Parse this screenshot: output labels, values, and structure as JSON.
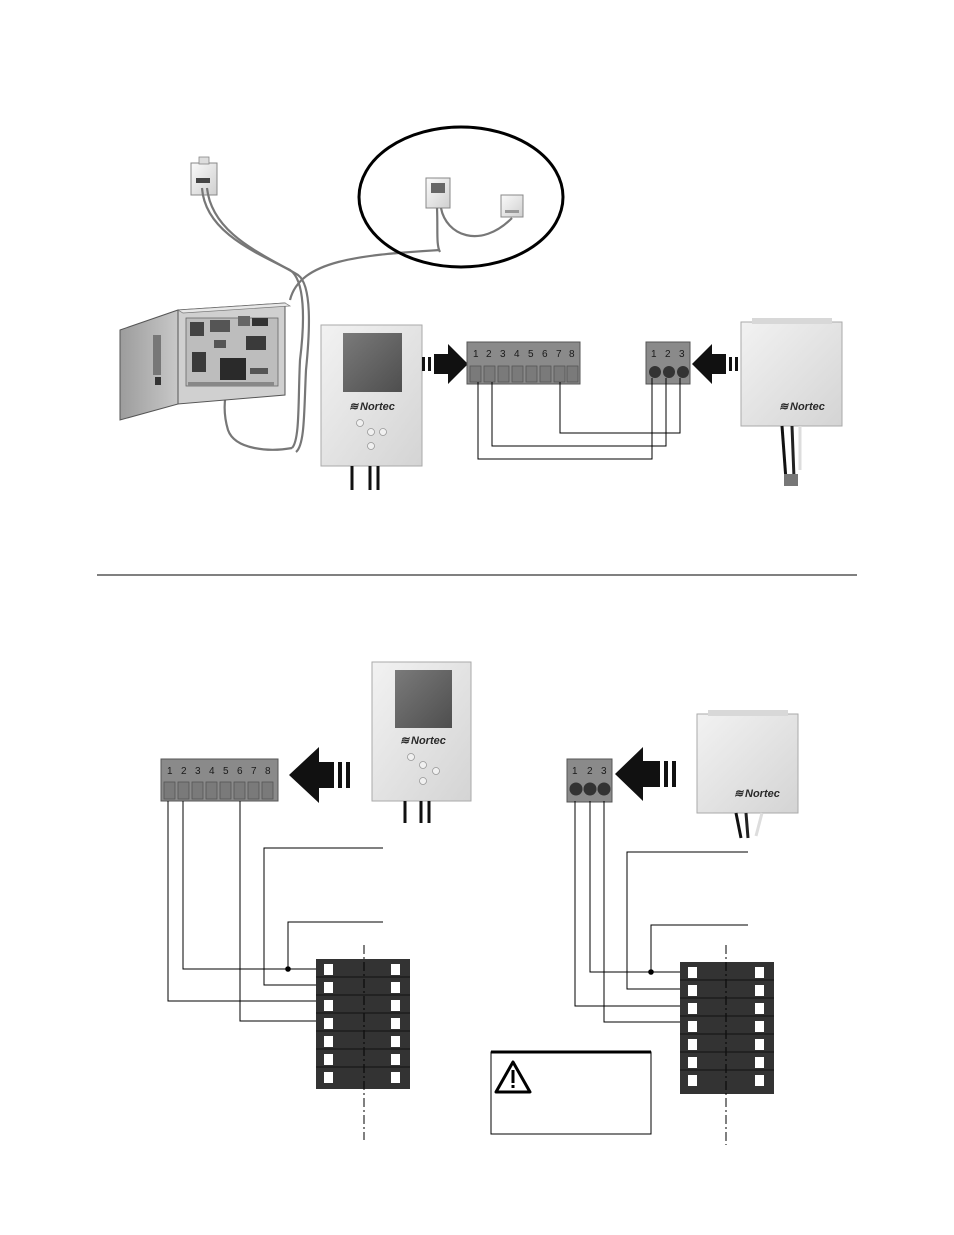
{
  "brand": {
    "logo_text": "Nortec"
  },
  "terminal_8pin": {
    "labels": [
      "1",
      "2",
      "3",
      "4",
      "5",
      "6",
      "7",
      "8"
    ]
  },
  "terminal_3pin": {
    "labels": [
      "1",
      "2",
      "3"
    ]
  },
  "colors": {
    "terminal_block": "#8a8a8a",
    "display_screen": "#6a6a6a",
    "device_housing": "#e2e2e2",
    "dark_terminal_strip": "#333333",
    "divider": "#000000"
  },
  "icons": {
    "warning": "warning-triangle-icon",
    "arrow": "thick-arrow-icon"
  }
}
